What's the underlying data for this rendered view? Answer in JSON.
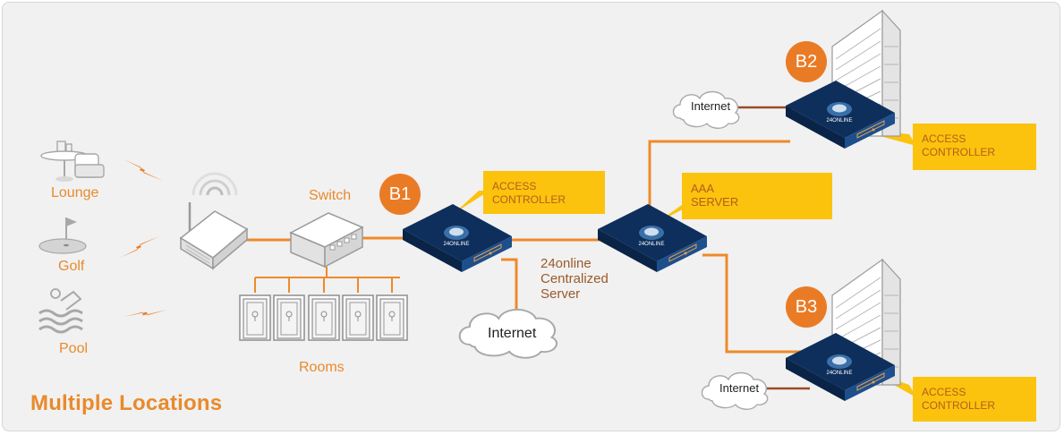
{
  "title": "Multiple Locations",
  "venues": {
    "lounge": "Lounge",
    "golf": "Golf",
    "pool": "Pool"
  },
  "switch_label": "Switch",
  "rooms_label": "Rooms",
  "server_label": [
    "24online",
    "Centralized",
    "Server"
  ],
  "internet_label": "Internet",
  "badges": {
    "b1": "B1",
    "b2": "B2",
    "b3": "B3"
  },
  "callouts": {
    "b1": [
      "ACCESS",
      "CONTROLLER"
    ],
    "aaa": [
      "AAA",
      "SERVER"
    ],
    "b2": [
      "ACCESS",
      "CONTROLLER"
    ],
    "b3": [
      "ACCESS",
      "CONTROLLER"
    ]
  },
  "colors": {
    "background": "#f1f1f1",
    "link_orange": "#ee8a2a",
    "link_brown": "#9b4a2a",
    "callout_yellow": "#fbc30e",
    "badge_orange": "#ea7b25",
    "device_blue": "#123a6e",
    "text_orange": "#e98a2c",
    "text_brown": "#9b5a2a"
  },
  "icons": [
    "table-chair-icon",
    "golf-flag-icon",
    "swimmer-icon",
    "lightning-icon",
    "wireless-router-icon",
    "network-switch-icon",
    "door-icon",
    "appliance-icon",
    "cloud-icon",
    "building-icon"
  ]
}
